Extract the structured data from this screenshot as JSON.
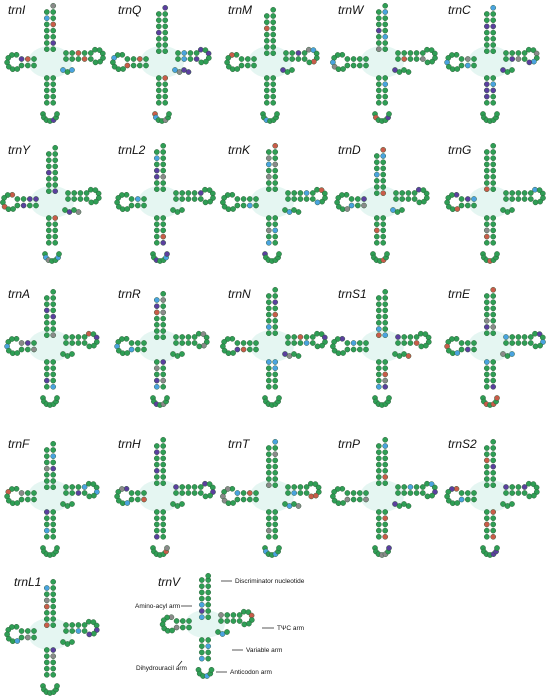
{
  "figure": {
    "panels": [
      {
        "name": "trnI",
        "variant": 0
      },
      {
        "name": "trnQ",
        "variant": 1
      },
      {
        "name": "trnM",
        "variant": 2
      },
      {
        "name": "trnW",
        "variant": 3
      },
      {
        "name": "trnC",
        "variant": 4
      },
      {
        "name": "trnY",
        "variant": 1
      },
      {
        "name": "trnL2",
        "variant": 0
      },
      {
        "name": "trnK",
        "variant": 3
      },
      {
        "name": "trnD",
        "variant": 2
      },
      {
        "name": "trnG",
        "variant": 0
      },
      {
        "name": "trnA",
        "variant": 4
      },
      {
        "name": "trnR",
        "variant": 2
      },
      {
        "name": "trnN",
        "variant": 3
      },
      {
        "name": "trnS1",
        "variant": 1
      },
      {
        "name": "trnE",
        "variant": 0
      },
      {
        "name": "trnF",
        "variant": 2
      },
      {
        "name": "trnH",
        "variant": 0
      },
      {
        "name": "trnT",
        "variant": 1
      },
      {
        "name": "trnP",
        "variant": 3
      },
      {
        "name": "trnS2",
        "variant": 4
      },
      {
        "name": "trnL1",
        "variant": 2
      },
      {
        "name": "trnV",
        "variant": 1
      }
    ],
    "legend": {
      "discriminator": "Discriminator nucleotide",
      "amino_acyl": "Amino-acyl arm",
      "tpsic": "TΨC arm",
      "variable": "Variable arm",
      "dihydrouracil": "Dihydrouracil arm",
      "anticodon": "Anticodon arm"
    },
    "colors": {
      "nucleotide_main": "#2f9e55",
      "nucleotide_alt1": "#4aa3df",
      "nucleotide_alt2": "#5b3f9e",
      "nucleotide_alt3": "#8a8a8a",
      "nucleotide_alt4": "#c95c4a",
      "halo": "#cfeee7"
    }
  }
}
